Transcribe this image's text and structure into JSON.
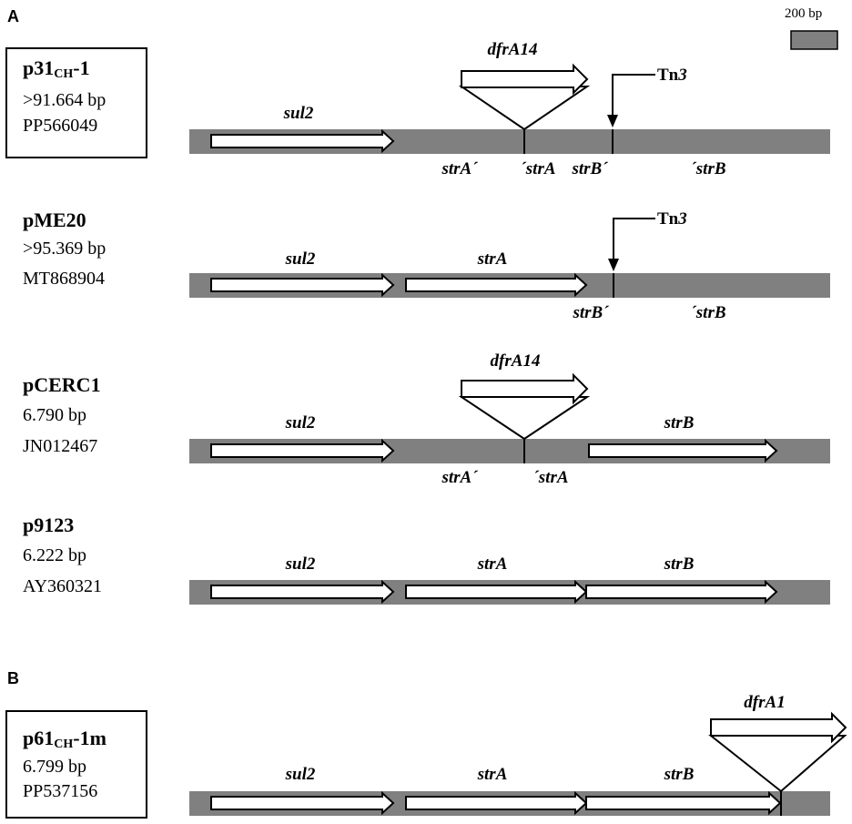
{
  "panels": [
    {
      "label": "A"
    },
    {
      "label": "B"
    }
  ],
  "scale_bar": {
    "label": "200 bp"
  },
  "plasmids": [
    {
      "name_main": "p31",
      "name_sub": "CH",
      "name_suffix": "-1",
      "size": ">91.664 bp",
      "accession": "PP566049",
      "boxed": true
    },
    {
      "name_main": "pME20",
      "name_sub": "",
      "name_suffix": "",
      "size": ">95.369 bp",
      "accession": "MT868904",
      "boxed": false
    },
    {
      "name_main": "pCERC1",
      "name_sub": "",
      "name_suffix": "",
      "size": "6.790 bp",
      "accession": "JN012467",
      "boxed": false
    },
    {
      "name_main": "p9123",
      "name_sub": "",
      "name_suffix": "",
      "size": "6.222 bp",
      "accession": "AY360321",
      "boxed": false
    },
    {
      "name_main": "p61",
      "name_sub": "CH",
      "name_suffix": "-1m",
      "size": "6.799 bp",
      "accession": "PP537156",
      "boxed": true
    }
  ],
  "gene_labels": {
    "sul2": "sul2",
    "strA": "strA",
    "strB": "strB",
    "dfrA14": "dfrA14",
    "dfrA1": "dfrA1",
    "strA_left": "strA´",
    "strA_right": "´strA",
    "strB_left": "strB´",
    "strB_right": "´strB",
    "tn3_main": "Tn",
    "tn3_num": "3"
  },
  "colors": {
    "backbone": "#808080",
    "gene_fill": "#ffffff",
    "stroke": "#000000"
  }
}
